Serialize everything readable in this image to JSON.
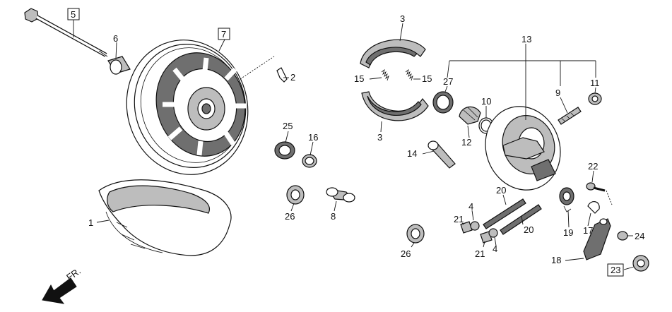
{
  "callouts": [
    {
      "id": "c1",
      "text": "1",
      "boxed": false
    },
    {
      "id": "c2",
      "text": "2",
      "boxed": false
    },
    {
      "id": "c3a",
      "text": "3",
      "boxed": false
    },
    {
      "id": "c3b",
      "text": "3",
      "boxed": false
    },
    {
      "id": "c4a",
      "text": "4",
      "boxed": false
    },
    {
      "id": "c4b",
      "text": "4",
      "boxed": false
    },
    {
      "id": "c5",
      "text": "5",
      "boxed": true
    },
    {
      "id": "c6",
      "text": "6",
      "boxed": false
    },
    {
      "id": "c7",
      "text": "7",
      "boxed": true
    },
    {
      "id": "c8",
      "text": "8",
      "boxed": false
    },
    {
      "id": "c9",
      "text": "9",
      "boxed": false
    },
    {
      "id": "c10",
      "text": "10",
      "boxed": false
    },
    {
      "id": "c11",
      "text": "11",
      "boxed": false
    },
    {
      "id": "c12",
      "text": "12",
      "boxed": false
    },
    {
      "id": "c13",
      "text": "13",
      "boxed": false
    },
    {
      "id": "c14",
      "text": "14",
      "boxed": false
    },
    {
      "id": "c15a",
      "text": "15",
      "boxed": false
    },
    {
      "id": "c15b",
      "text": "15",
      "boxed": false
    },
    {
      "id": "c16",
      "text": "16",
      "boxed": false
    },
    {
      "id": "c17",
      "text": "17",
      "boxed": false
    },
    {
      "id": "c18",
      "text": "18",
      "boxed": false
    },
    {
      "id": "c19",
      "text": "19",
      "boxed": false
    },
    {
      "id": "c20a",
      "text": "20",
      "boxed": false
    },
    {
      "id": "c20b",
      "text": "20",
      "boxed": false
    },
    {
      "id": "c21a",
      "text": "21",
      "boxed": false
    },
    {
      "id": "c21b",
      "text": "21",
      "boxed": false
    },
    {
      "id": "c22",
      "text": "22",
      "boxed": false
    },
    {
      "id": "c23",
      "text": "23",
      "boxed": true
    },
    {
      "id": "c24",
      "text": "24",
      "boxed": false
    },
    {
      "id": "c25",
      "text": "25",
      "boxed": false
    },
    {
      "id": "c26a",
      "text": "26",
      "boxed": false
    },
    {
      "id": "c26b",
      "text": "26",
      "boxed": false
    },
    {
      "id": "c27",
      "text": "27",
      "boxed": false
    }
  ],
  "direction": {
    "text": "FR."
  }
}
